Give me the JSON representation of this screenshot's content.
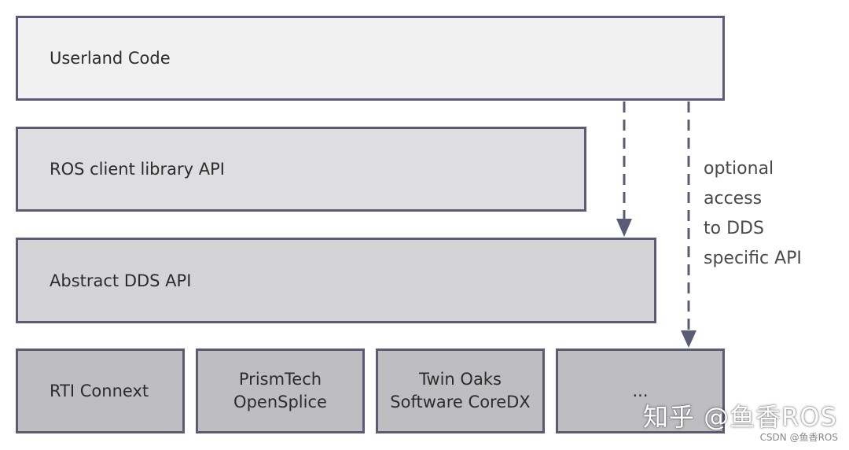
{
  "layers": {
    "userland": "Userland Code",
    "ros_client": "ROS client library API",
    "abstract_dds": "Abstract DDS API"
  },
  "implementations": [
    {
      "lines": [
        "RTI Connext"
      ]
    },
    {
      "lines": [
        "PrismTech",
        "OpenSplice"
      ]
    },
    {
      "lines": [
        "Twin Oaks",
        "Software CoreDX"
      ]
    },
    {
      "lines": [
        "..."
      ]
    }
  ],
  "annotation": [
    "optional",
    "access",
    "to DDS",
    "specific API"
  ],
  "watermark": "知乎 @鱼香ROS",
  "credit": "CSDN @鱼香ROS",
  "colors": {
    "border": "#5a5c75",
    "arrow": "#5a5c75",
    "userland_fill": "#f1f1f2",
    "client_fill": "#dedee0",
    "abstract_fill": "#d4d4d6",
    "impl_fill": "#bebec1"
  }
}
